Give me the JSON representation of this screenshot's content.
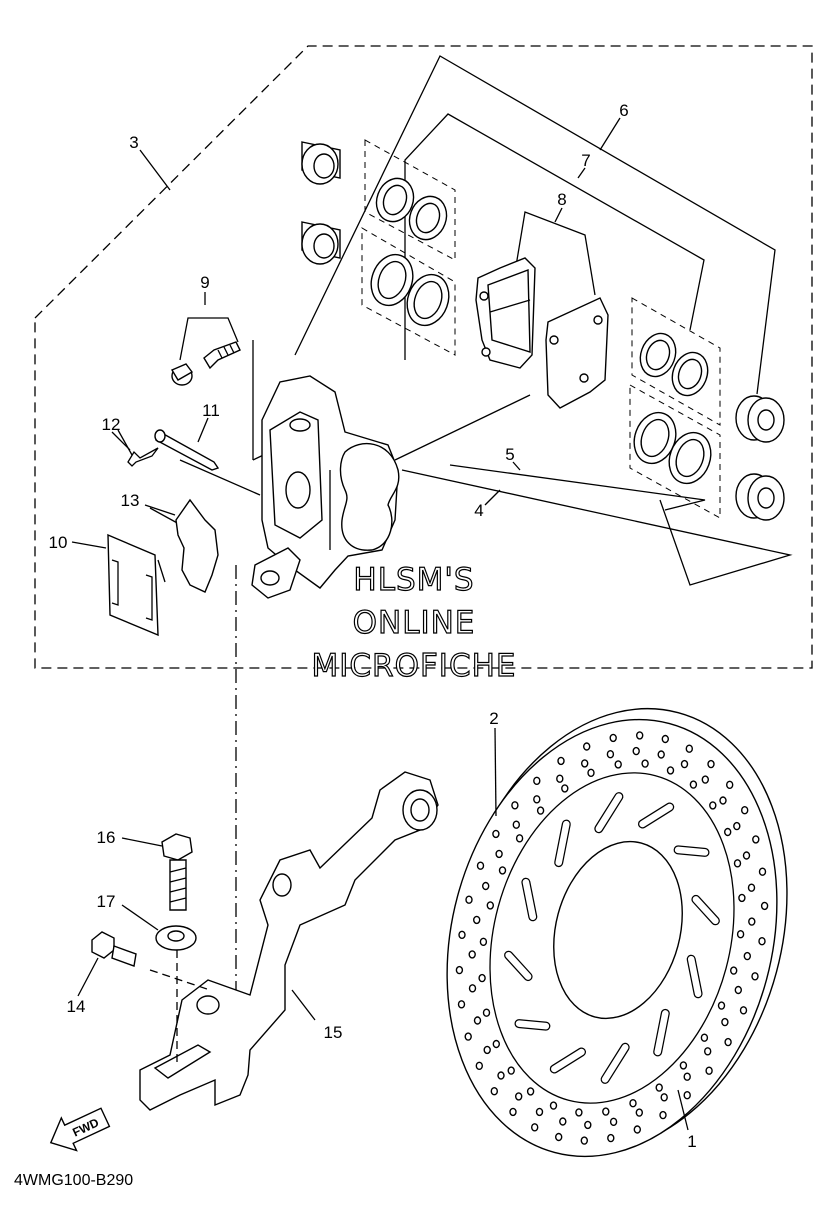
{
  "diagram_code": "4WMG100-B290",
  "watermark": {
    "line1": "HLSM'S",
    "line2": "ONLINE",
    "line3": "MICROFICHE"
  },
  "fwd_label": "FWD",
  "callouts": [
    {
      "id": "1",
      "text": "1"
    },
    {
      "id": "2",
      "text": "2"
    },
    {
      "id": "3",
      "text": "3"
    },
    {
      "id": "4",
      "text": "4"
    },
    {
      "id": "5",
      "text": "5"
    },
    {
      "id": "6",
      "text": "6"
    },
    {
      "id": "7",
      "text": "7"
    },
    {
      "id": "8",
      "text": "8"
    },
    {
      "id": "9",
      "text": "9"
    },
    {
      "id": "10",
      "text": "10"
    },
    {
      "id": "11",
      "text": "11"
    },
    {
      "id": "12",
      "text": "12"
    },
    {
      "id": "13",
      "text": "13"
    },
    {
      "id": "14",
      "text": "14"
    },
    {
      "id": "15",
      "text": "15"
    },
    {
      "id": "16",
      "text": "16"
    },
    {
      "id": "17",
      "text": "17"
    }
  ]
}
